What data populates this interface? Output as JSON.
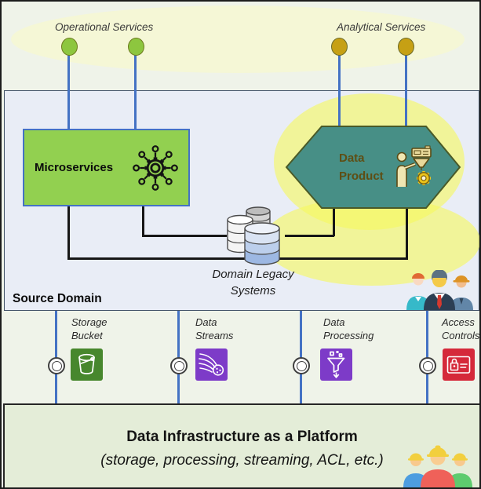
{
  "top_band": {
    "operational_label": "Operational Services",
    "analytical_label": "Analytical Services"
  },
  "source_domain": {
    "label": "Source Domain",
    "microservices_label": "Microservices",
    "data_product_label": "Data\nProduct",
    "legacy_systems_label": "Domain Legacy\nSystems"
  },
  "platform_interfaces": [
    {
      "label": "Storage\nBucket",
      "icon": "s3-bucket-icon",
      "color": "#47872D"
    },
    {
      "label": "Data\nStreams",
      "icon": "data-streams-icon",
      "color": "#7D3BC8"
    },
    {
      "label": "Data\nProcessing",
      "icon": "data-processing-icon",
      "color": "#7D3BC8"
    },
    {
      "label": "Access\nControls",
      "icon": "access-controls-icon",
      "color": "#D5293A"
    }
  ],
  "platform": {
    "title": "Data Infrastructure as a Platform",
    "subtitle": "(storage, processing, streaming, ACL, etc.)"
  },
  "icons": {
    "microservices": "gear-with-network-nodes",
    "data_product": "person-with-data-machine-and-gear",
    "legacy": "three-database-cylinders",
    "source_people": "business-team",
    "platform_people": "construction-workers"
  },
  "colors": {
    "microservices_fill": "#92D050",
    "hexagon_fill": "#478F86",
    "operational_port": "#8DC63F",
    "analytical_port": "#C6A014",
    "connector_blue": "#4472C4",
    "glow_yellow": "#F6F85F",
    "top_ellipse": "#F5F7D6",
    "source_domain_fill": "#E9EDF6",
    "platform_fill": "#E4EDD8"
  }
}
